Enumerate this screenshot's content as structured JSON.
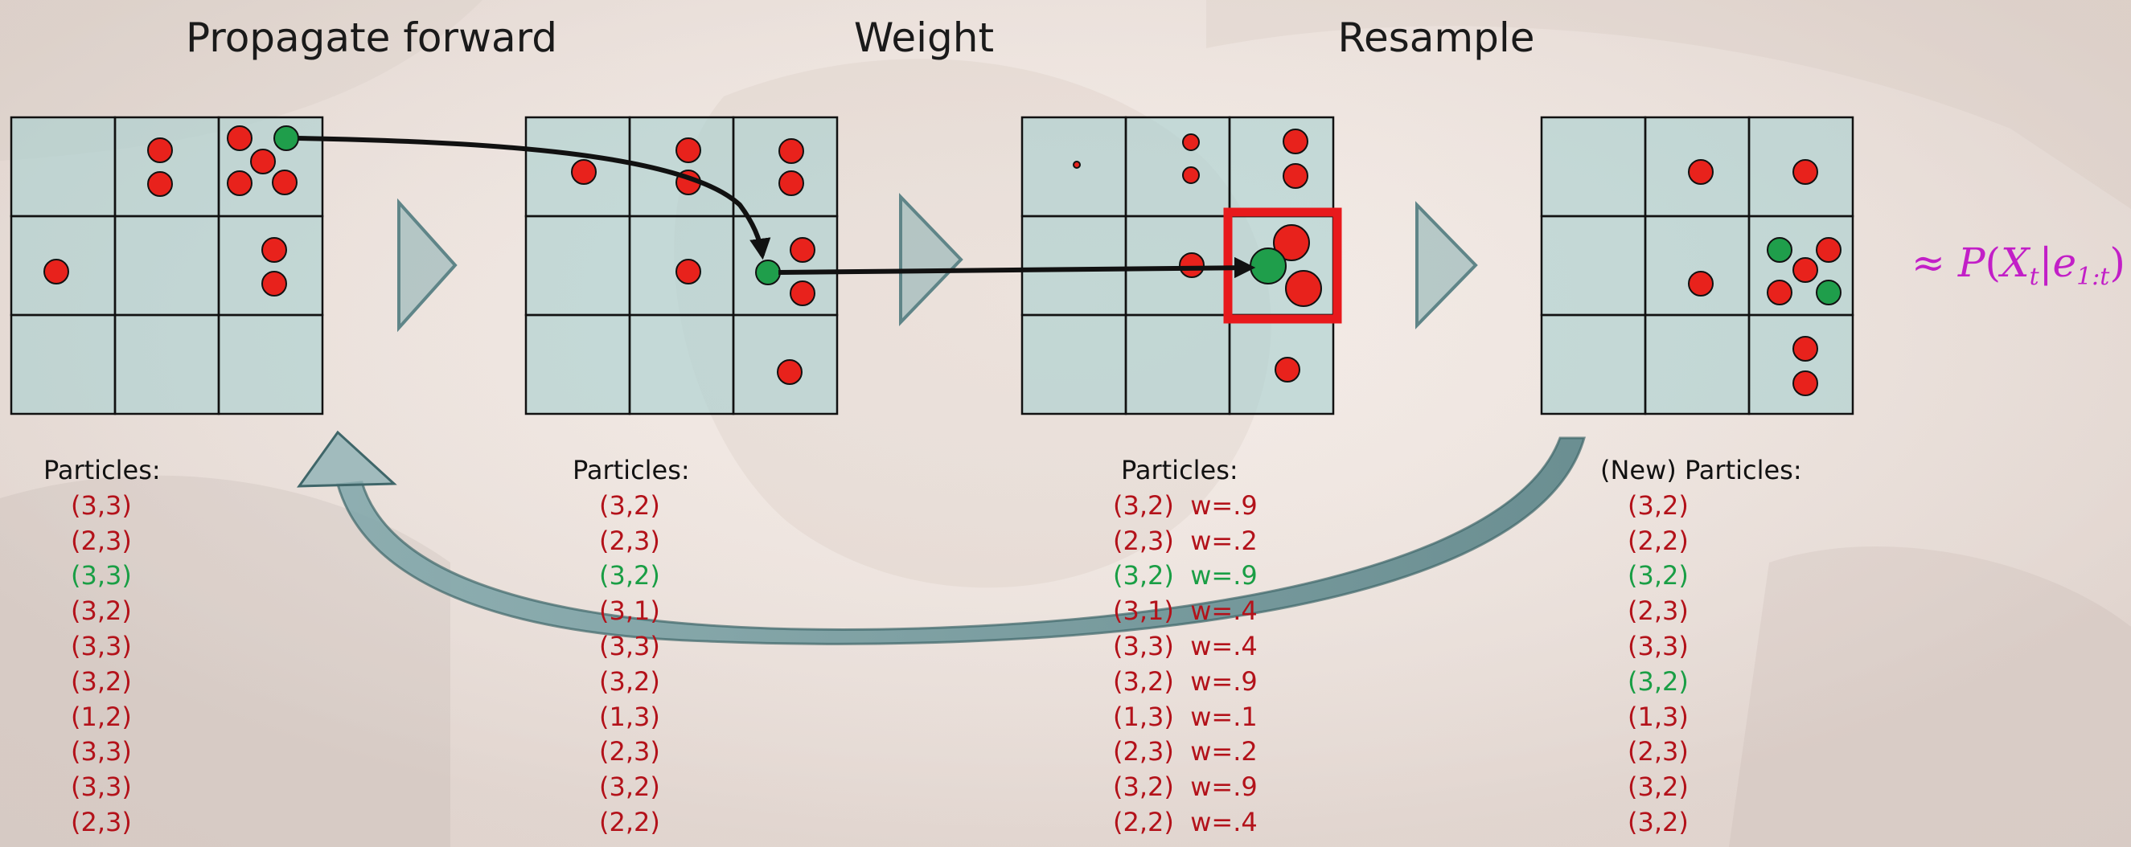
{
  "titles": {
    "propagate": "Propagate forward",
    "weight": "Weight",
    "resample": "Resample"
  },
  "formula": {
    "approx": "≈",
    "p": "P",
    "x": "X",
    "x_sub": "t",
    "bar": "|",
    "e": "e",
    "e_sub": "1:t"
  },
  "colors": {
    "red_particle": "#e8221c",
    "green_particle": "#1f9e4b",
    "red_text": "#b3121a",
    "green_text": "#1a9e45",
    "grid_fill": "#a9d1d0",
    "highlight": "#e8191c",
    "arrow": "#111111",
    "triangle": "#86aeb0",
    "formula": "#c21fc7"
  },
  "columns": [
    {
      "header": "Particles:",
      "rows": [
        {
          "text": "(3,3)",
          "color": "red"
        },
        {
          "text": "(2,3)",
          "color": "red"
        },
        {
          "text": "(3,3)",
          "color": "green"
        },
        {
          "text": "(3,2)",
          "color": "red"
        },
        {
          "text": "(3,3)",
          "color": "red"
        },
        {
          "text": "(3,2)",
          "color": "red"
        },
        {
          "text": "(1,2)",
          "color": "red"
        },
        {
          "text": "(3,3)",
          "color": "red"
        },
        {
          "text": "(3,3)",
          "color": "red"
        },
        {
          "text": "(2,3)",
          "color": "red"
        }
      ]
    },
    {
      "header": "Particles:",
      "rows": [
        {
          "text": "(3,2)",
          "color": "red"
        },
        {
          "text": "(2,3)",
          "color": "red"
        },
        {
          "text": "(3,2)",
          "color": "green"
        },
        {
          "text": "(3,1)",
          "color": "red"
        },
        {
          "text": "(3,3)",
          "color": "red"
        },
        {
          "text": "(3,2)",
          "color": "red"
        },
        {
          "text": "(1,3)",
          "color": "red"
        },
        {
          "text": "(2,3)",
          "color": "red"
        },
        {
          "text": "(3,2)",
          "color": "red"
        },
        {
          "text": "(2,2)",
          "color": "red"
        }
      ]
    },
    {
      "header": "Particles:",
      "rows": [
        {
          "text": "(3,2)  w=.9",
          "color": "red"
        },
        {
          "text": "(2,3)  w=.2",
          "color": "red"
        },
        {
          "text": "(3,2)  w=.9",
          "color": "green"
        },
        {
          "text": "(3,1)  w=.4",
          "color": "red"
        },
        {
          "text": "(3,3)  w=.4",
          "color": "red"
        },
        {
          "text": "(3,2)  w=.9",
          "color": "red"
        },
        {
          "text": "(1,3)  w=.1",
          "color": "red"
        },
        {
          "text": "(2,3)  w=.2",
          "color": "red"
        },
        {
          "text": "(3,2)  w=.9",
          "color": "red"
        },
        {
          "text": "(2,2)  w=.4",
          "color": "red"
        }
      ]
    },
    {
      "header": "(New) Particles:",
      "rows": [
        {
          "text": "(3,2)",
          "color": "red"
        },
        {
          "text": "(2,2)",
          "color": "red"
        },
        {
          "text": "(3,2)",
          "color": "green"
        },
        {
          "text": "(2,3)",
          "color": "red"
        },
        {
          "text": "(3,3)",
          "color": "red"
        },
        {
          "text": "(3,2)",
          "color": "green"
        },
        {
          "text": "(1,3)",
          "color": "red"
        },
        {
          "text": "(2,3)",
          "color": "red"
        },
        {
          "text": "(3,2)",
          "color": "red"
        },
        {
          "text": "(3,2)",
          "color": "red"
        }
      ]
    }
  ],
  "grids": [
    {
      "name": "propagate-grid",
      "particles": [
        {
          "col": 2,
          "row": 1,
          "color": "red",
          "size": "medium"
        },
        {
          "col": 2,
          "row": 1,
          "color": "red",
          "size": "medium"
        },
        {
          "col": 3,
          "row": 1,
          "color": "red",
          "size": "medium"
        },
        {
          "col": 3,
          "row": 1,
          "color": "green",
          "size": "medium"
        },
        {
          "col": 3,
          "row": 1,
          "color": "red",
          "size": "medium"
        },
        {
          "col": 3,
          "row": 1,
          "color": "red",
          "size": "medium"
        },
        {
          "col": 3,
          "row": 1,
          "color": "red",
          "size": "medium"
        },
        {
          "col": 1,
          "row": 2,
          "color": "red",
          "size": "medium"
        },
        {
          "col": 3,
          "row": 2,
          "color": "red",
          "size": "medium"
        },
        {
          "col": 3,
          "row": 2,
          "color": "red",
          "size": "medium"
        }
      ]
    },
    {
      "name": "weight-grid",
      "particles": [
        {
          "col": 1,
          "row": 1,
          "color": "red",
          "size": "medium"
        },
        {
          "col": 2,
          "row": 1,
          "color": "red",
          "size": "medium"
        },
        {
          "col": 2,
          "row": 1,
          "color": "red",
          "size": "medium"
        },
        {
          "col": 3,
          "row": 1,
          "color": "red",
          "size": "medium"
        },
        {
          "col": 3,
          "row": 1,
          "color": "red",
          "size": "medium"
        },
        {
          "col": 2,
          "row": 2,
          "color": "red",
          "size": "medium"
        },
        {
          "col": 3,
          "row": 2,
          "color": "green",
          "size": "medium"
        },
        {
          "col": 3,
          "row": 2,
          "color": "red",
          "size": "medium"
        },
        {
          "col": 3,
          "row": 2,
          "color": "red",
          "size": "medium"
        },
        {
          "col": 3,
          "row": 3,
          "color": "red",
          "size": "medium"
        }
      ]
    },
    {
      "name": "resample-grid",
      "particles": [
        {
          "col": 1,
          "row": 1,
          "color": "red",
          "size": "tiny"
        },
        {
          "col": 2,
          "row": 1,
          "color": "red",
          "size": "small"
        },
        {
          "col": 2,
          "row": 1,
          "color": "red",
          "size": "small"
        },
        {
          "col": 3,
          "row": 1,
          "color": "red",
          "size": "medium"
        },
        {
          "col": 3,
          "row": 1,
          "color": "red",
          "size": "medium"
        },
        {
          "col": 2,
          "row": 2,
          "color": "red",
          "size": "medium"
        },
        {
          "col": 3,
          "row": 2,
          "color": "red",
          "size": "large"
        },
        {
          "col": 3,
          "row": 2,
          "color": "green",
          "size": "large"
        },
        {
          "col": 3,
          "row": 2,
          "color": "red",
          "size": "large"
        },
        {
          "col": 3,
          "row": 3,
          "color": "red",
          "size": "medium"
        }
      ]
    },
    {
      "name": "new-particles-grid",
      "particles": [
        {
          "col": 2,
          "row": 1,
          "color": "red",
          "size": "medium"
        },
        {
          "col": 3,
          "row": 1,
          "color": "red",
          "size": "medium"
        },
        {
          "col": 2,
          "row": 2,
          "color": "red",
          "size": "medium"
        },
        {
          "col": 3,
          "row": 2,
          "color": "green",
          "size": "medium"
        },
        {
          "col": 3,
          "row": 2,
          "color": "red",
          "size": "medium"
        },
        {
          "col": 3,
          "row": 2,
          "color": "red",
          "size": "medium"
        },
        {
          "col": 3,
          "row": 2,
          "color": "red",
          "size": "medium"
        },
        {
          "col": 3,
          "row": 2,
          "color": "green",
          "size": "medium"
        },
        {
          "col": 3,
          "row": 3,
          "color": "red",
          "size": "medium"
        },
        {
          "col": 3,
          "row": 3,
          "color": "red",
          "size": "medium"
        }
      ]
    }
  ]
}
